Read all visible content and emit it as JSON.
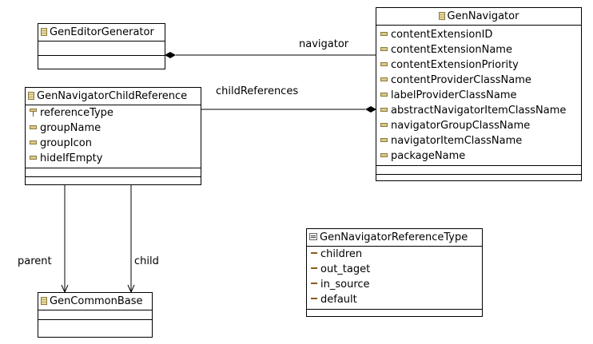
{
  "classes": {
    "gen_editor_generator": {
      "name": "GenEditorGenerator"
    },
    "gen_navigator": {
      "name": "GenNavigator",
      "attributes": [
        "contentExtensionID",
        "contentExtensionName",
        "contentExtensionPriority",
        "contentProviderClassName",
        "labelProviderClassName",
        "abstractNavigatorItemClassName",
        "navigatorGroupClassName",
        "navigatorItemClassName",
        "packageName"
      ]
    },
    "gen_navigator_child_reference": {
      "name": "GenNavigatorChildReference",
      "reference": "referenceType",
      "attributes": [
        "groupName",
        "groupIcon",
        "hideIfEmpty"
      ]
    },
    "gen_common_base": {
      "name": "GenCommonBase"
    },
    "gen_navigator_reference_type": {
      "name": "GenNavigatorReferenceType",
      "literals": [
        "children",
        "out_taget",
        "in_source",
        "default"
      ]
    }
  },
  "edges": {
    "navigator": "navigator",
    "child_references": "childReferences",
    "parent": "parent",
    "child": "child"
  },
  "colors": {
    "line": "#000000",
    "background": "#ffffff",
    "icon_class": "#d9c98a",
    "icon_literal": "#8a5a1a"
  },
  "icons": {
    "class": "class-icon",
    "enum": "enum-icon",
    "attribute": "attribute-icon",
    "reference": "reference-icon",
    "literal": "literal-icon"
  }
}
